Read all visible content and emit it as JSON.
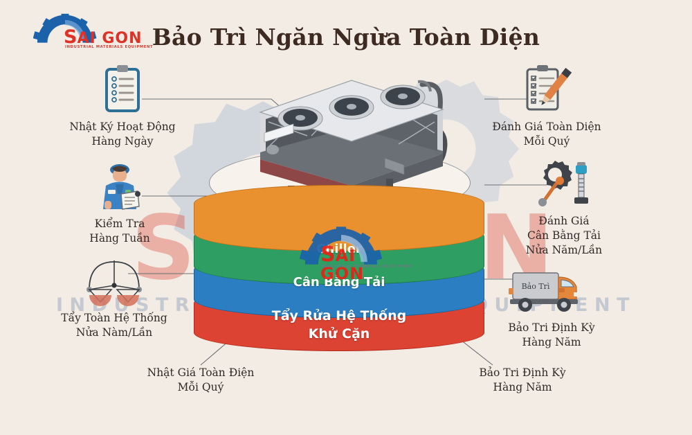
{
  "page": {
    "title": "Bảo Trì Ngăn Ngừa Toàn Diện",
    "background_color": "#f2ece4"
  },
  "logo": {
    "name": "saigon-logo",
    "word_s": "S",
    "word_rest": "AI GON",
    "tagline": "INDUSTRIAL MATERIALS EQUIPMENT",
    "gear_color": "#1b62ab",
    "text_color": "#e03127"
  },
  "watermark": {
    "big_text": "SAIGON",
    "sub_text": "INDUSTRIAL MATERIALS EQUIPMENT",
    "center_logo_s": "S",
    "center_logo_rest": "AI GON",
    "center_logo_tag": "INDUSTRIAL MATERIALS EQUIPMENT",
    "red": "#db3e2d",
    "gear_fill": "#b9c6d8"
  },
  "cylinder": {
    "top_platform_label": "",
    "bands": [
      {
        "label": "Chiller",
        "color": "#e8912e",
        "stroke": "#c46f18"
      },
      {
        "label": "Cân Bằng Tải",
        "color": "#2e9e62",
        "stroke": "#1d7a49"
      },
      {
        "label": "Tẩy Rửa Hệ Thống",
        "color": "#2b7ec1",
        "stroke": "#1b5e96"
      },
      {
        "label": "Khử Cặn",
        "color": "#dc4333",
        "stroke": "#b3281b"
      }
    ]
  },
  "machine": {
    "name": "air-cooled-chiller",
    "fan_count": 3,
    "body_color": "#5c6066",
    "panel_color": "#d8dade",
    "base_color": "#8e4747"
  },
  "items": {
    "left": [
      {
        "id": "daily-operation-log",
        "icon": "clipboard-checklist-icon",
        "lines": [
          "Nhật Ký Hoạt Động",
          "Hàng Ngày"
        ]
      },
      {
        "id": "weekly-inspection",
        "icon": "technician-inspector-icon",
        "lines": [
          "Kiểm Tra",
          "Hàng Tuần"
        ]
      },
      {
        "id": "full-system-flush",
        "icon": "balance-scale-icon",
        "lines": [
          "Tẩy Toàn Hệ Thống",
          "Nửa Nàm/Lần"
        ]
      }
    ],
    "right": [
      {
        "id": "quarterly-assessment",
        "icon": "clipboard-pencil-icon",
        "lines": [
          "Đánh Giá Toàn Diện",
          "Mỗi Quý"
        ]
      },
      {
        "id": "load-balance-assessment",
        "icon": "gear-gauge-icon",
        "lines": [
          "Đánh Giá",
          "Cân Bằng Tải",
          "Nửa Năm/Lần"
        ]
      },
      {
        "id": "annual-periodic-maintenance",
        "icon": "maintenance-truck-icon",
        "truck_label": "Bảo Trì",
        "lines": [
          "Bảo Tri Định Kỳ",
          "Hàng Năm"
        ]
      }
    ],
    "bottom": [
      {
        "id": "quarterly-full-valuation",
        "lines": [
          "Nhật Giá Toàn Điện",
          "Mỗi Quý"
        ]
      },
      {
        "id": "annual-periodic-maintenance-bottom",
        "lines": [
          "Bảo Tri Định Kỳ",
          "Hàng Năm"
        ]
      }
    ]
  }
}
